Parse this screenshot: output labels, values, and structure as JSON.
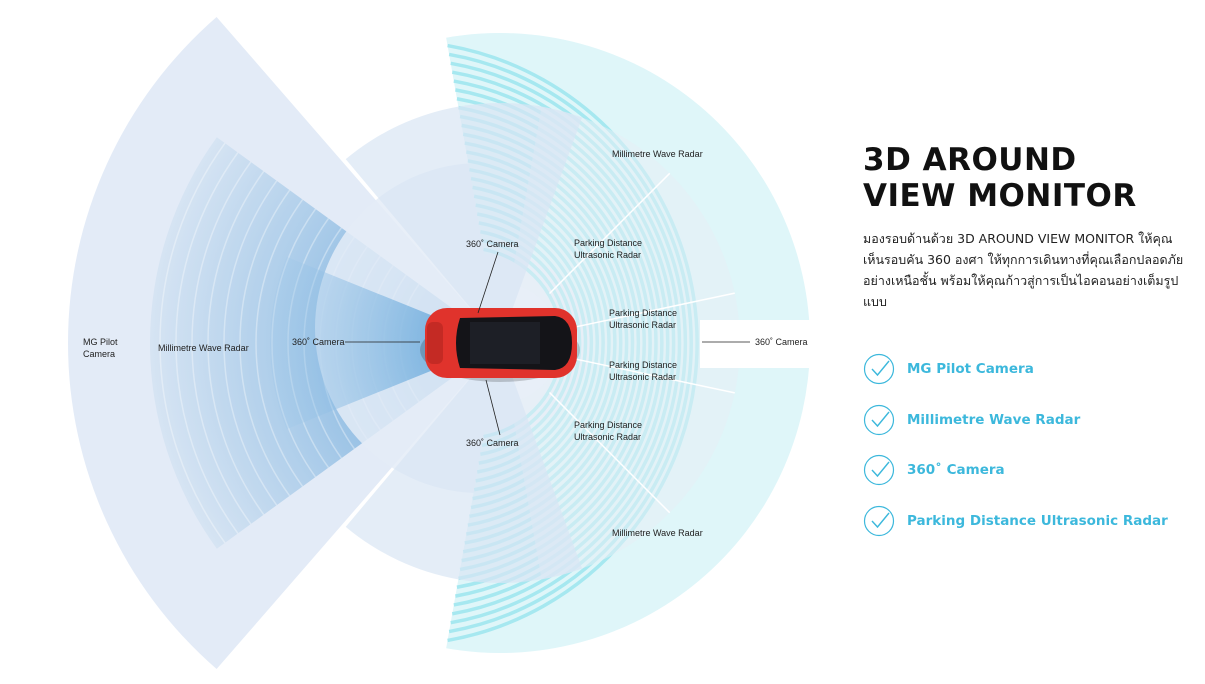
{
  "colors": {
    "accent": "#3cb8dc",
    "cyan_ring": "#b9eef3",
    "blue_cone": "#7fb4df",
    "pale": "#e3ecf7",
    "car": "#e0332c"
  },
  "diagram": {
    "labels": {
      "mg_pilot_camera": [
        "MG Pilot",
        "Camera"
      ],
      "mmw_left": "Millimetre Wave Radar",
      "cam_left": "360˚ Camera",
      "cam_top": "360˚ Camera",
      "cam_bottom": "360˚ Camera",
      "cam_right": "360˚ Camera",
      "mmw_top": "Millimetre Wave Radar",
      "mmw_bottom": "Millimetre Wave Radar",
      "pdc": [
        [
          "Parking Distance",
          "Ultrasonic Radar"
        ],
        [
          "Parking Distance",
          "Ultrasonic Radar"
        ],
        [
          "Parking Distance",
          "Ultrasonic Radar"
        ],
        [
          "Parking Distance",
          "Ultrasonic Radar"
        ]
      ]
    }
  },
  "panel": {
    "title_line1": "3D AROUND",
    "title_line2": "VIEW MONITOR",
    "description": "มองรอบด้านด้วย 3D AROUND VIEW MONITOR ให้คุณเห็นรอบคัน 360 องศา ให้ทุกการเดินทางที่คุณเลือกปลอดภัยอย่างเหนือชั้น พร้อมให้คุณก้าวสู่การเป็นไอคอนอย่างเต็มรูปแบบ",
    "features": [
      {
        "label": "MG Pilot Camera",
        "icon": "check-circle-icon"
      },
      {
        "label": "Millimetre Wave Radar",
        "icon": "check-circle-icon"
      },
      {
        "label": "360˚ Camera",
        "icon": "check-circle-icon"
      },
      {
        "label": "Parking Distance Ultrasonic Radar",
        "icon": "check-circle-icon"
      }
    ]
  }
}
